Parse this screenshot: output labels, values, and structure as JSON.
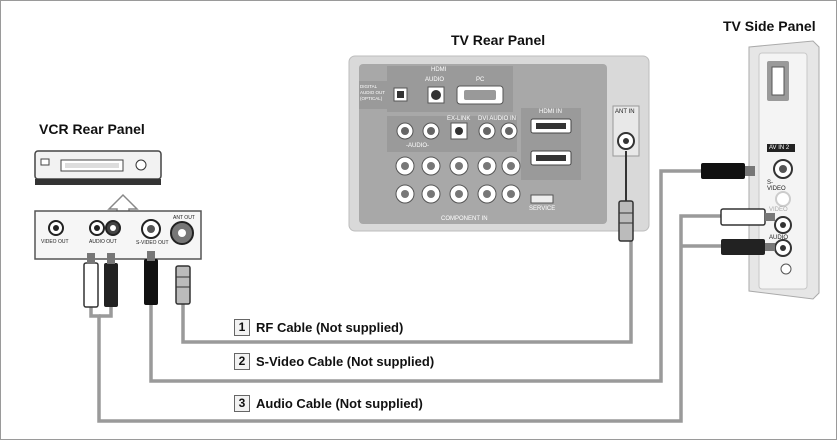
{
  "titles": {
    "tv_rear": "TV Rear Panel",
    "tv_side": "TV Side Panel",
    "vcr_rear": "VCR Rear Panel"
  },
  "tv_rear_labels": {
    "hdmi": "HDMI",
    "audio": "AUDIO",
    "pc": "PC",
    "digital_audio_out": "DIGITAL AUDIO OUT (OPTICAL)",
    "ex_link": "EX-LINK",
    "dvi_audio_in": "DVI AUDIO IN",
    "hdmi_in": "HDMI IN",
    "audio_lr": "-AUDIO-",
    "service": "SERVICE",
    "component_in": "COMPONENT IN",
    "ant_in": "ANT IN"
  },
  "tv_side_labels": {
    "av_in_2": "AV IN 2",
    "s_video": "S-VIDEO",
    "video": "VIDEO",
    "audio": "AUDIO"
  },
  "vcr_labels": {
    "video_out": "VIDEO OUT",
    "audio_out": "AUDIO OUT",
    "s_video_out": "S-VIDEO OUT",
    "ant_out": "ANT OUT"
  },
  "cables": [
    {
      "number": "1",
      "label": "RF Cable (Not supplied)"
    },
    {
      "number": "2",
      "label": "S-Video Cable (Not supplied)"
    },
    {
      "number": "3",
      "label": "Audio Cable (Not supplied)"
    }
  ]
}
